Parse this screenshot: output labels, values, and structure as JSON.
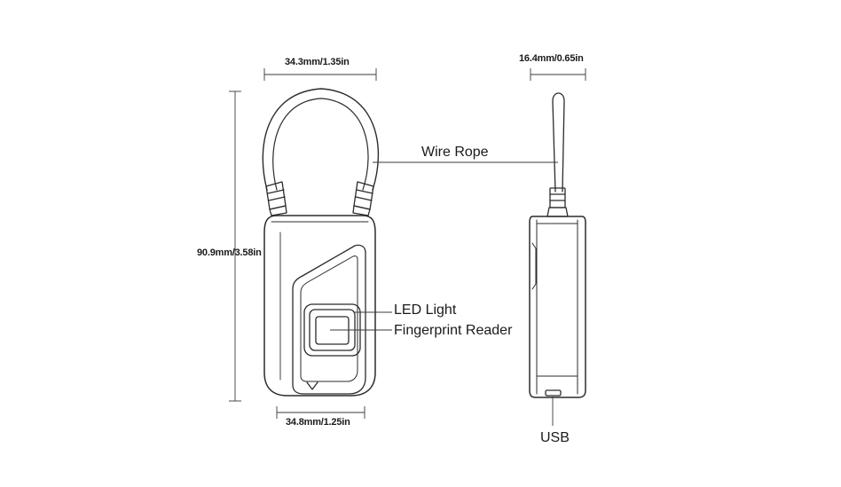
{
  "dimensions": {
    "shackle_width": "34.3mm/1.35in",
    "body_width": "34.8mm/1.25in",
    "height": "90.9mm/3.58in",
    "side_thickness": "16.4mm/0.65in"
  },
  "callouts": {
    "wire_rope": "Wire Rope",
    "led_light": "LED Light",
    "fingerprint_reader": "Fingerprint Reader",
    "usb": "USB"
  },
  "colors": {
    "line": "#3a3a3a",
    "outline": "#2b2b2b",
    "text": "#1a1a1a"
  }
}
